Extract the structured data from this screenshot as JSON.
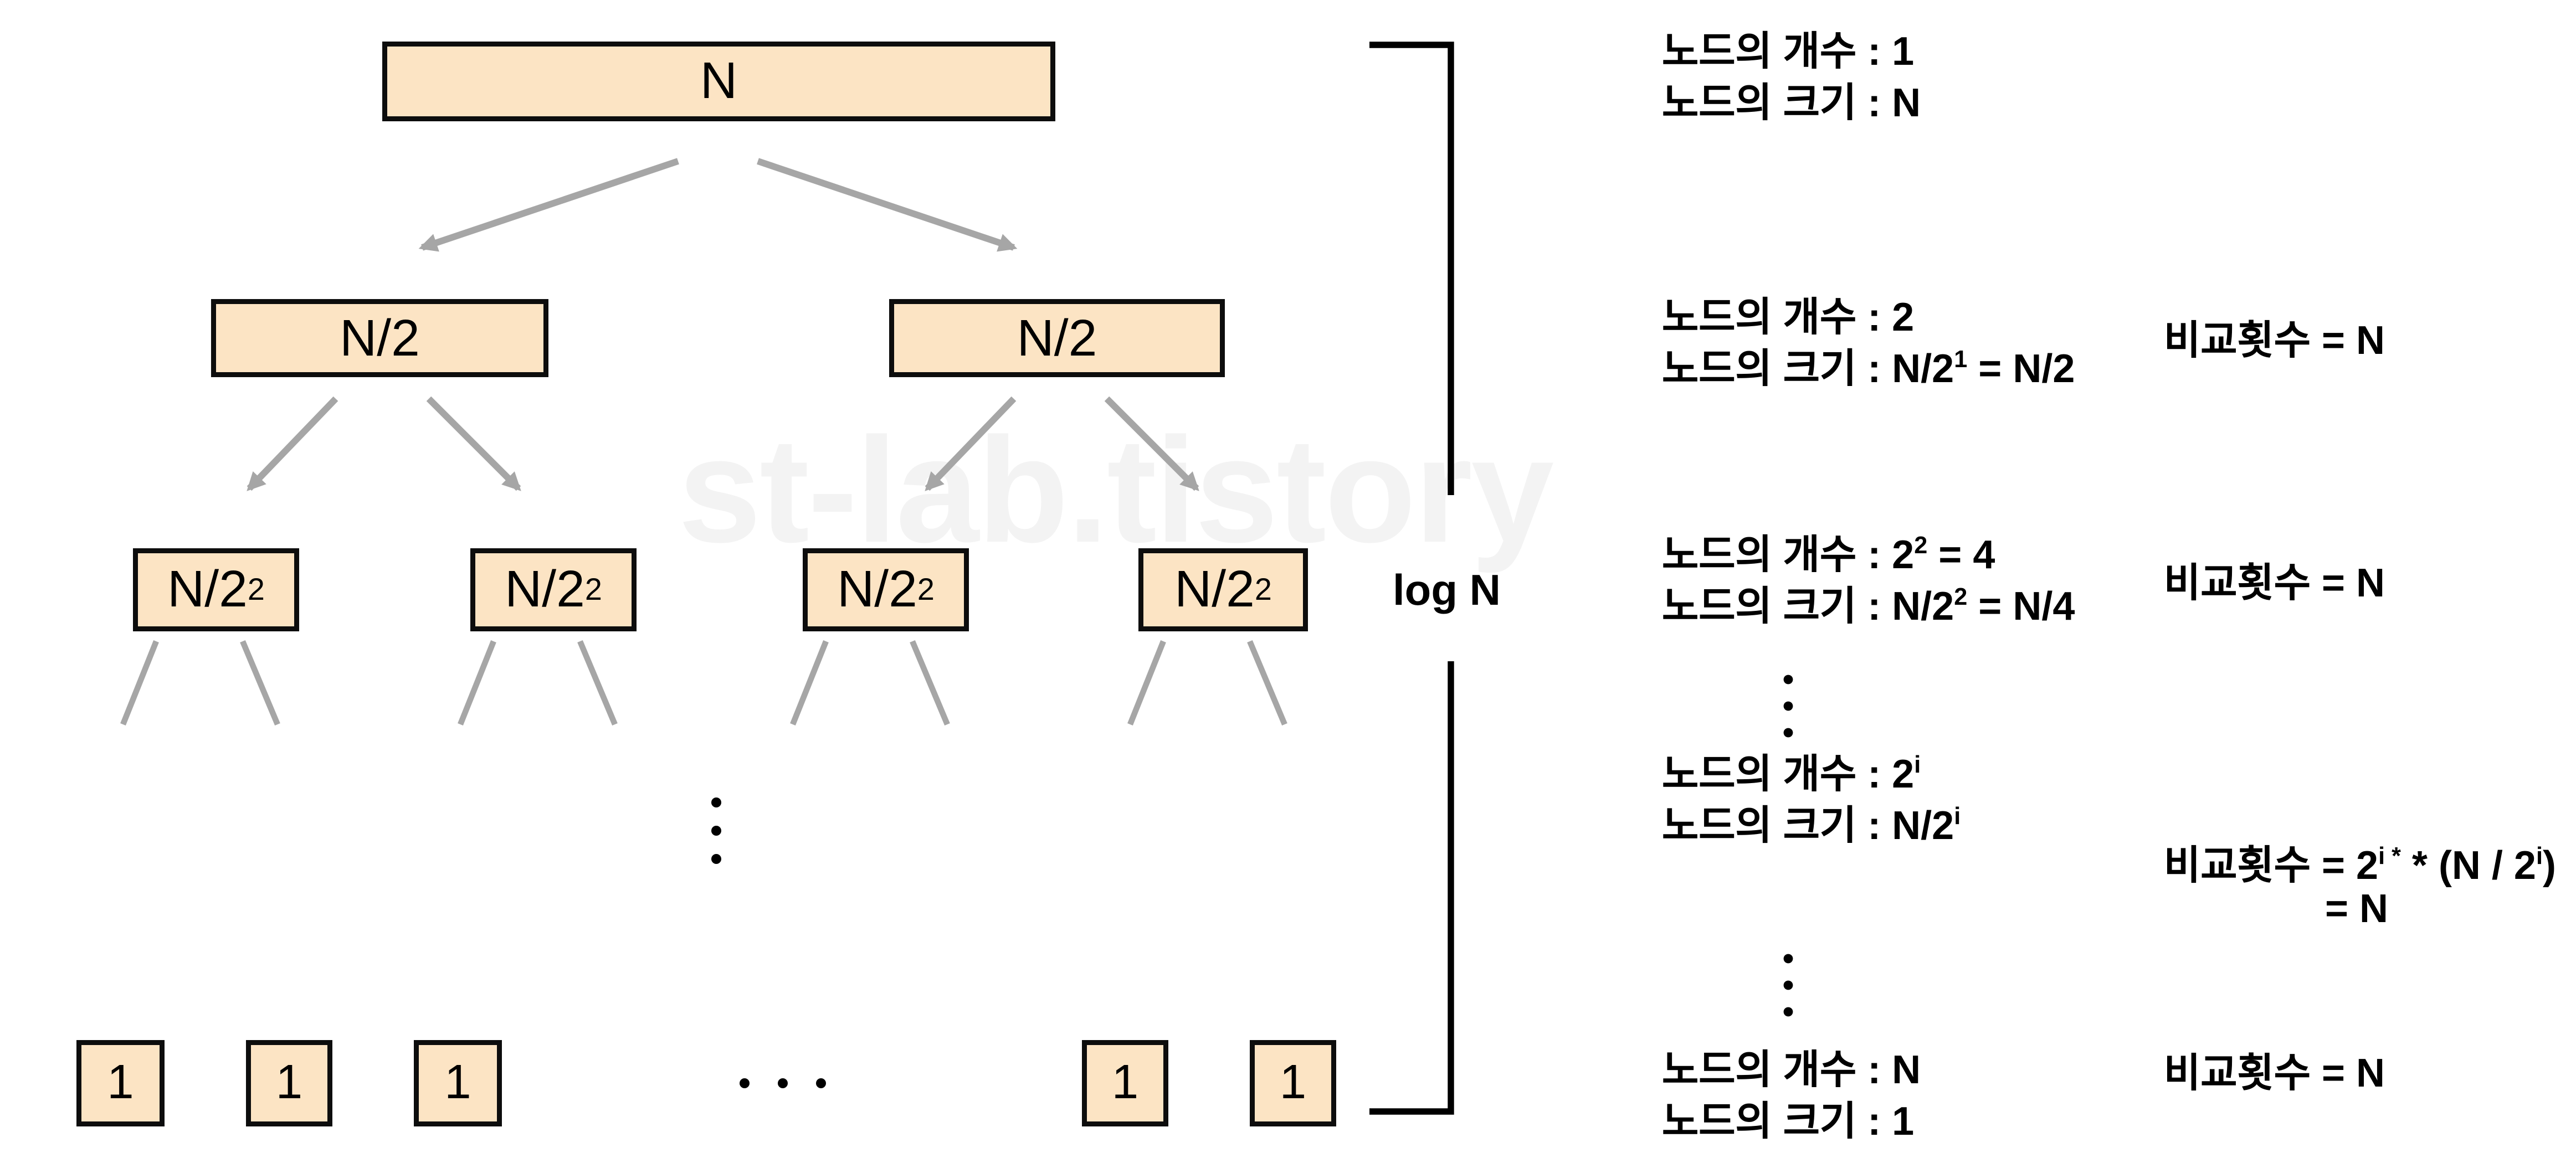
{
  "colors": {
    "node_fill": "#fce4c4",
    "node_border": "#0d0d0d",
    "arrow_gray": "#a6a6a6",
    "bracket_black": "#000000",
    "text_black": "#000000",
    "watermark_gray": "#f3f3f3"
  },
  "watermark": {
    "text": "st-lab.tistory"
  },
  "depth_label": "log N",
  "tree": {
    "root_label": "N",
    "level2_label": "N/2",
    "level3_base": "N/2",
    "level3_exp": "2",
    "leaf_label": "1"
  },
  "annotations": {
    "level1": {
      "count": "노드의 개수 : 1",
      "size": "노드의 크기 : N"
    },
    "level2": {
      "count": "노드의 개수 : 2",
      "size_base": "노드의 크기 : N/2",
      "size_exp": "1",
      "size_rest": " = N/2",
      "comparisons": "비교횟수 = N"
    },
    "level3": {
      "count_base": "노드의 개수 : 2",
      "count_exp": "2",
      "count_rest": " = 4",
      "size_base": "노드의 크기 : N/2",
      "size_exp": "2",
      "size_rest": " = N/4",
      "comparisons": "비교횟수 = N"
    },
    "level_i": {
      "count_base": "노드의 개수 : 2",
      "count_exp": "i",
      "size_base": "노드의 크기 : N/2",
      "size_exp": "i",
      "comp_base": "비교횟수 = 2",
      "comp_exp": "i *",
      "comp_mid": " * (N / 2",
      "comp_exp2": "i",
      "comp_rest": ")",
      "comp_line2": "= N"
    },
    "level_n": {
      "count": "노드의 개수 : N",
      "size": "노드의 크기 : 1",
      "comparisons": "비교횟수 = N"
    }
  }
}
